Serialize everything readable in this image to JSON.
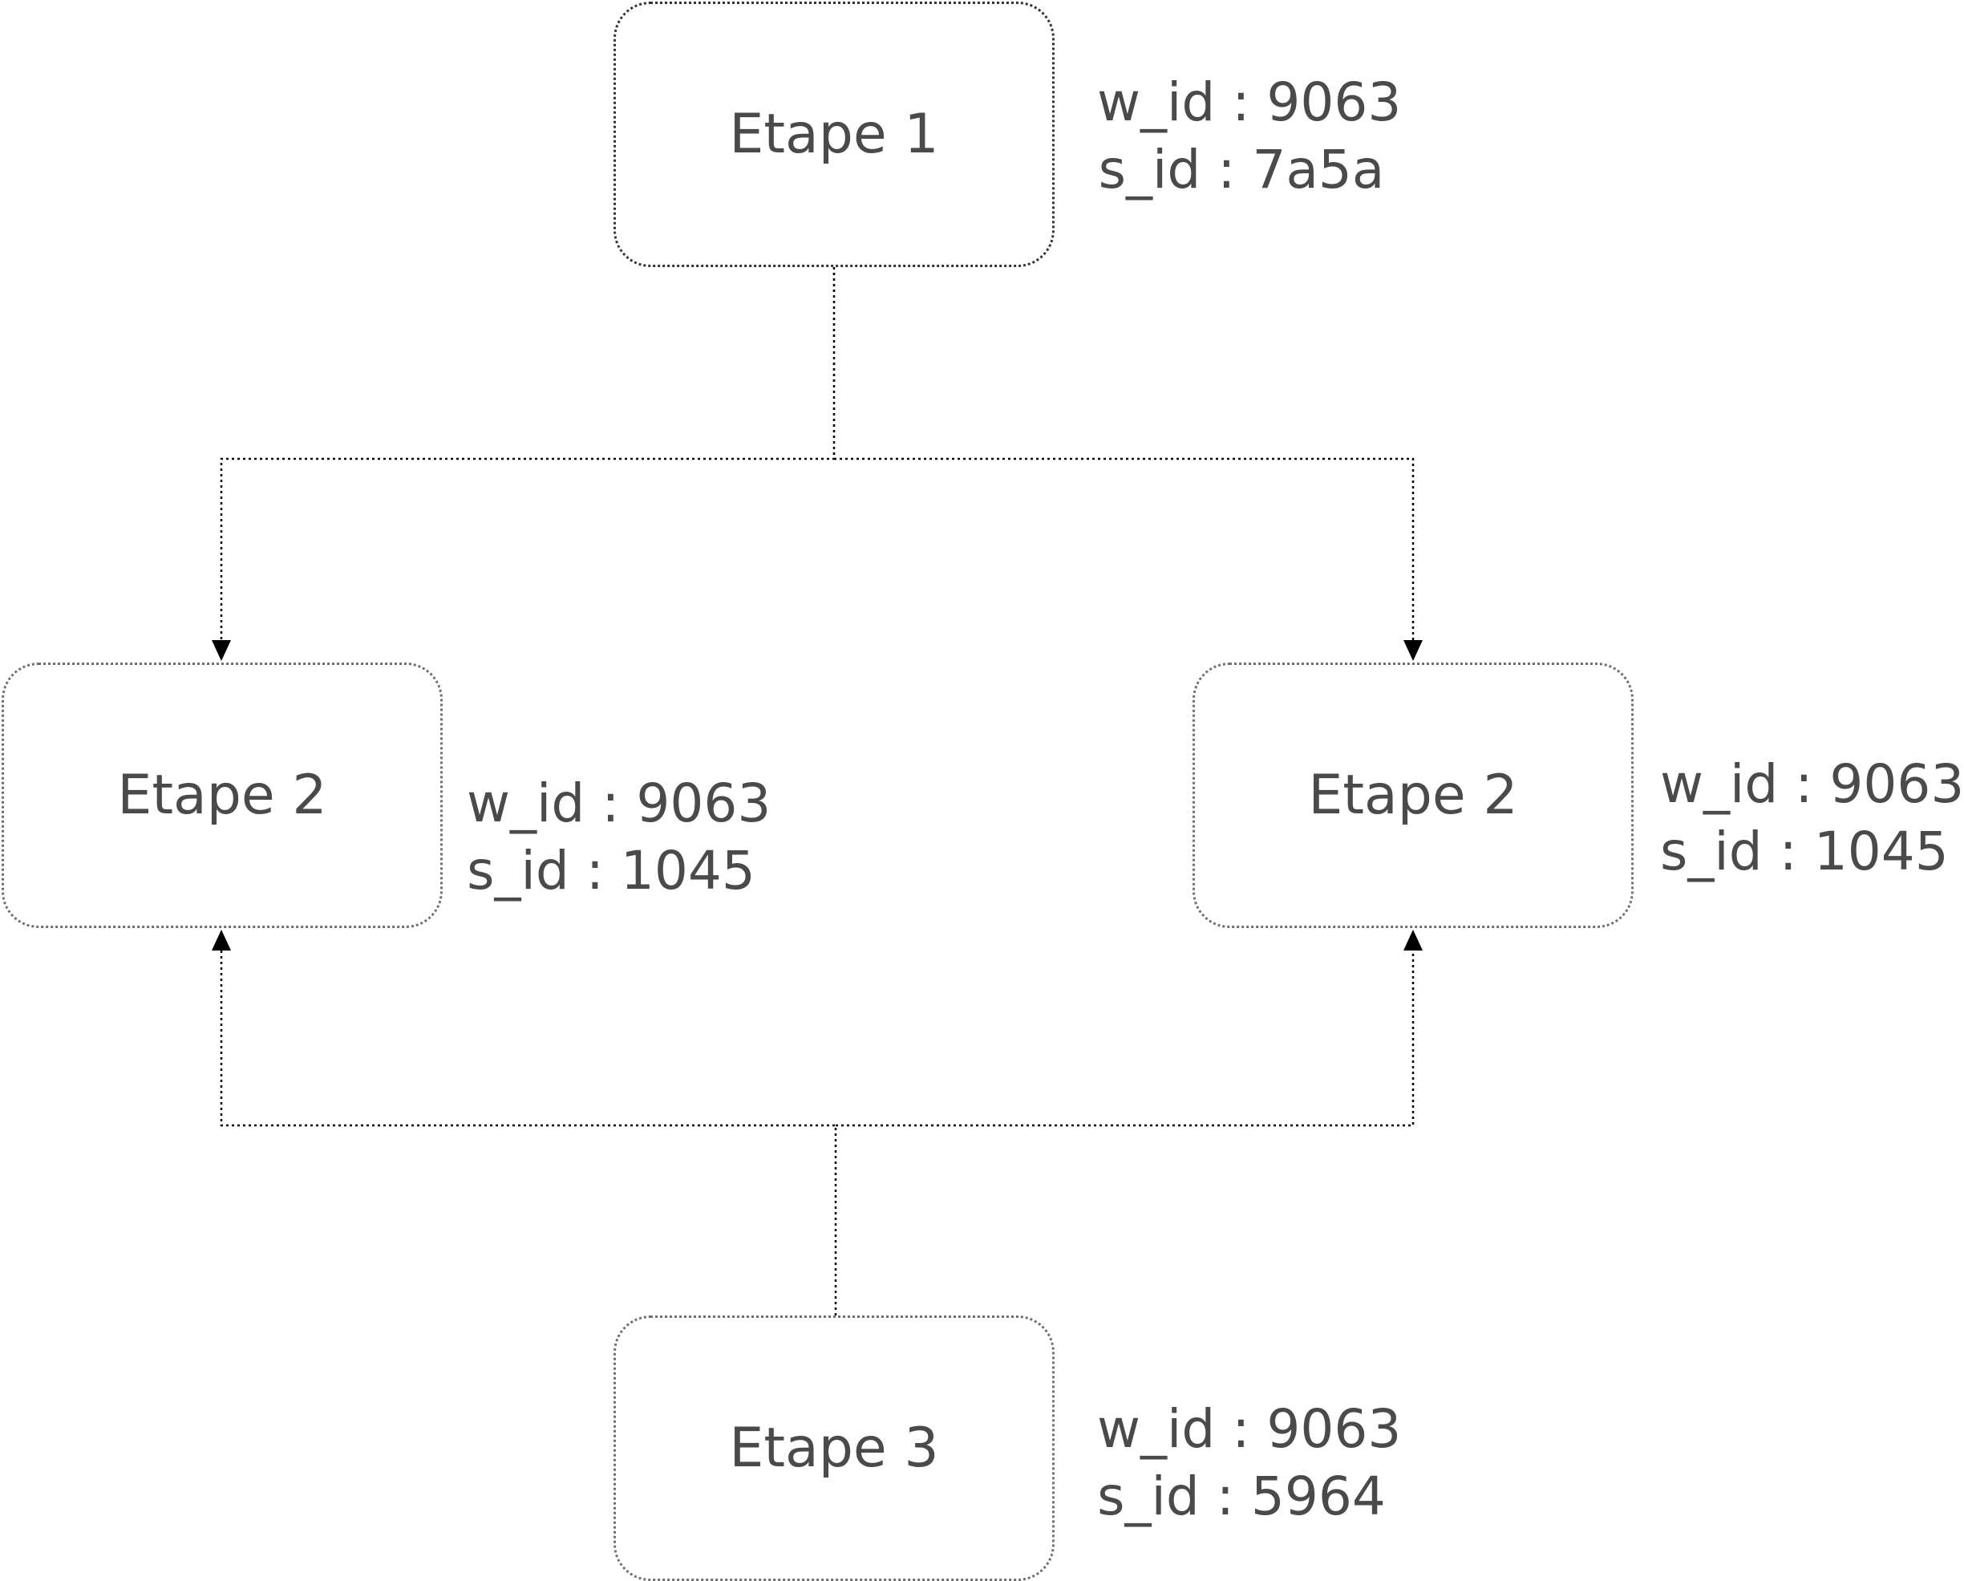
{
  "nodes": {
    "step1": {
      "label": "Etape 1",
      "w_id": "w_id : 9063",
      "s_id": "s_id : 7a5a"
    },
    "step2_left": {
      "label": "Etape 2",
      "w_id": "w_id : 9063",
      "s_id": "s_id : 1045"
    },
    "step2_right": {
      "label": "Etape 2",
      "w_id": "w_id : 9063",
      "s_id": "s_id : 1045"
    },
    "step3": {
      "label": "Etape 3",
      "w_id": "w_id : 9063",
      "s_id": "s_id : 5964"
    }
  },
  "edges": [
    {
      "from": "step1",
      "to": "step2_left"
    },
    {
      "from": "step1",
      "to": "step2_right"
    },
    {
      "from": "step3",
      "to": "step2_left"
    },
    {
      "from": "step3",
      "to": "step2_right"
    }
  ],
  "colors": {
    "line": "#000000",
    "text": "#4a4a4a",
    "box_border": "#707070"
  }
}
